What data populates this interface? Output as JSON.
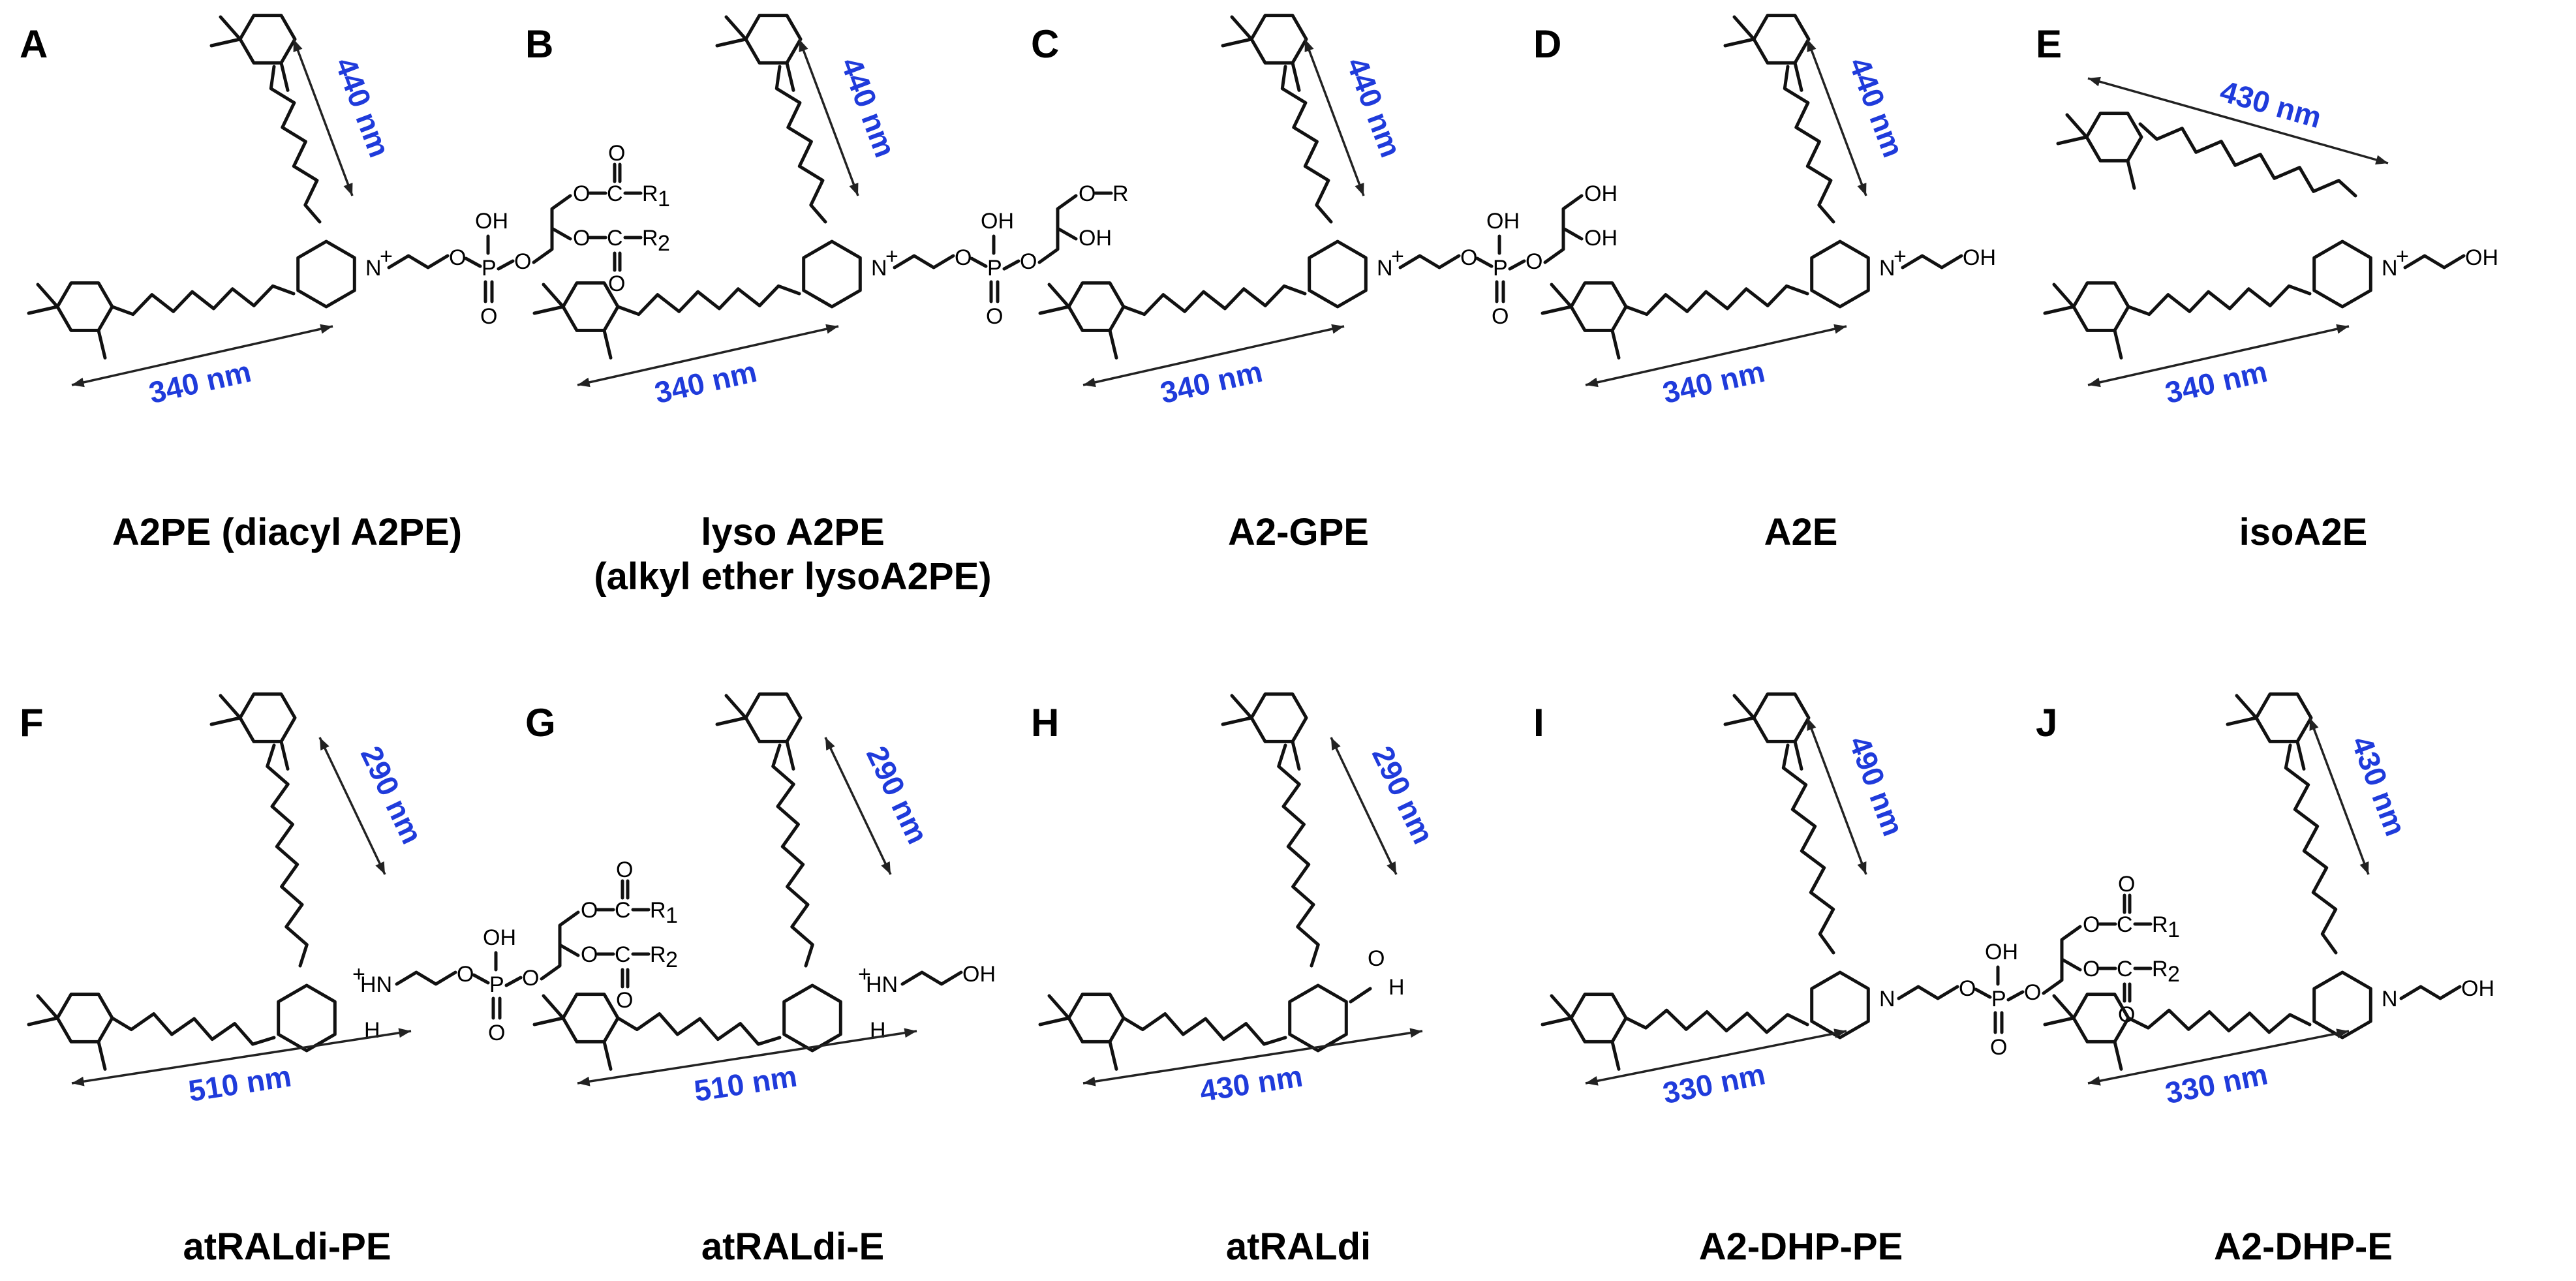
{
  "figure": {
    "panels": [
      {
        "letter": "A",
        "name": "A2PE (diacyl A2PE)",
        "kind": "pyr",
        "up": "440 nm",
        "low": "340 nm",
        "tail": "diacyl"
      },
      {
        "letter": "B",
        "name": "lyso A2PE",
        "name2": "(alkyl ether lysoA2PE)",
        "kind": "pyr",
        "up": "440 nm",
        "low": "340 nm",
        "tail": "lyso"
      },
      {
        "letter": "C",
        "name": "A2-GPE",
        "kind": "pyr",
        "up": "440 nm",
        "low": "340 nm",
        "tail": "gpe"
      },
      {
        "letter": "D",
        "name": "A2E",
        "kind": "pyr",
        "up": "440 nm",
        "low": "340 nm",
        "tail": "etoh"
      },
      {
        "letter": "E",
        "name": "isoA2E",
        "kind": "iso",
        "up": "430 nm",
        "low": "340 nm",
        "tail": "etoh"
      },
      {
        "letter": "F",
        "name": "atRALdi-PE",
        "kind": "cyc",
        "up": "290 nm",
        "low": "510 nm",
        "tail": "diacyl"
      },
      {
        "letter": "G",
        "name": "atRALdi-E",
        "kind": "cyc",
        "up": "290 nm",
        "low": "510 nm",
        "tail": "etoh"
      },
      {
        "letter": "H",
        "name": "atRALdi",
        "kind": "cyc",
        "up": "290 nm",
        "low": "430 nm",
        "tail": "cho"
      },
      {
        "letter": "I",
        "name": "A2-DHP-PE",
        "kind": "dhp",
        "up": "490 nm",
        "low": "330 nm",
        "tail": "diacyl"
      },
      {
        "letter": "J",
        "name": "A2-DHP-E",
        "kind": "dhp",
        "up": "430 nm",
        "low": "330 nm",
        "tail": "etoh"
      }
    ],
    "atom_labels": {
      "n_plus": "N",
      "plus": "+",
      "n_h_plus": "HN",
      "n": "N",
      "h": "H",
      "o": "O",
      "oh": "OH",
      "p": "P",
      "c": "C",
      "r": "R",
      "r1": "R",
      "r1_sub": "1",
      "r2": "R",
      "r2_sub": "2"
    },
    "colors": {
      "distance_label": "#1f3bdb",
      "bonds": "#111111",
      "arrows": "#222222"
    }
  }
}
